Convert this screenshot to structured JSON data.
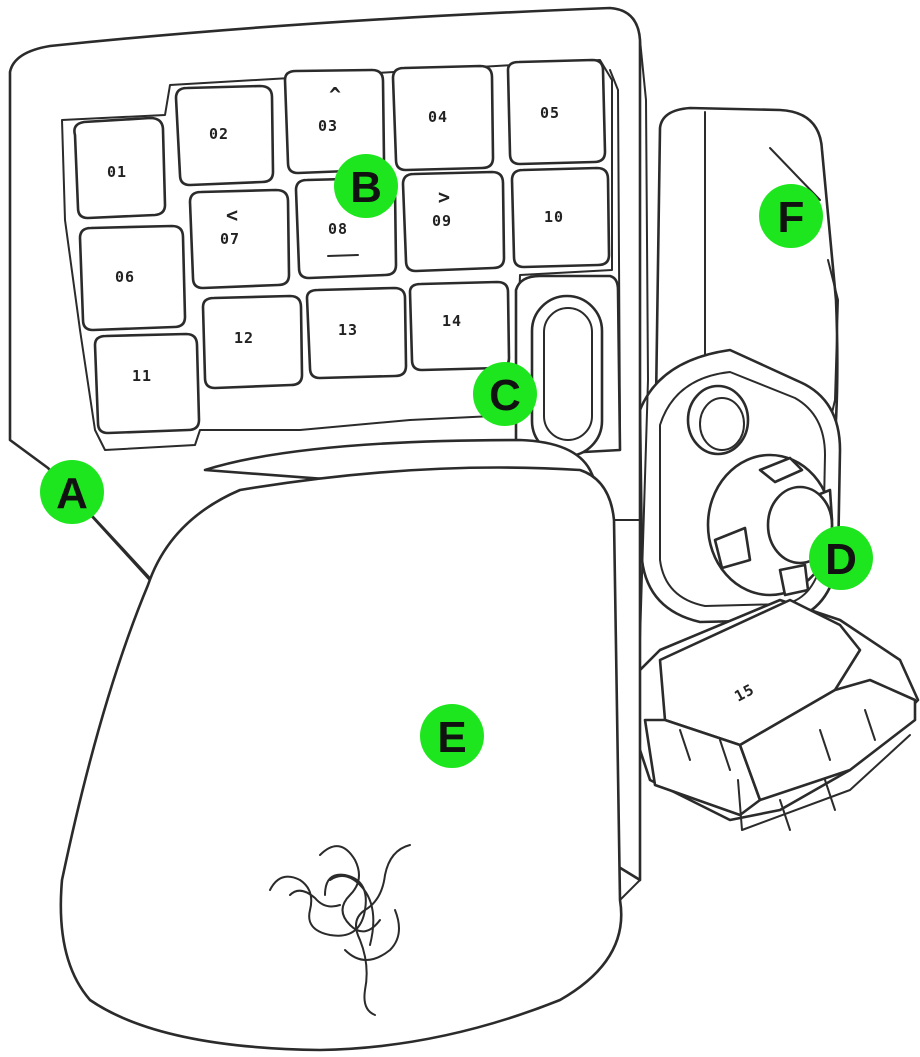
{
  "keys": [
    {
      "id": "01",
      "label": "01"
    },
    {
      "id": "02",
      "label": "02"
    },
    {
      "id": "03",
      "label": "03",
      "arrow": "^"
    },
    {
      "id": "04",
      "label": "04"
    },
    {
      "id": "05",
      "label": "05"
    },
    {
      "id": "06",
      "label": "06"
    },
    {
      "id": "07",
      "label": "07",
      "arrow": "<"
    },
    {
      "id": "08",
      "label": "08"
    },
    {
      "id": "09",
      "label": "09",
      "arrow": ">"
    },
    {
      "id": "10",
      "label": "10"
    },
    {
      "id": "11",
      "label": "11"
    },
    {
      "id": "12",
      "label": "12"
    },
    {
      "id": "13",
      "label": "13"
    },
    {
      "id": "14",
      "label": "14"
    },
    {
      "id": "15",
      "label": "15"
    }
  ],
  "callouts": [
    {
      "id": "A",
      "label": "A"
    },
    {
      "id": "B",
      "label": "B"
    },
    {
      "id": "C",
      "label": "C"
    },
    {
      "id": "D",
      "label": "D"
    },
    {
      "id": "E",
      "label": "E"
    },
    {
      "id": "F",
      "label": "F"
    }
  ],
  "colors": {
    "callout": "#1ee61e",
    "outline": "#2b2b2b"
  },
  "icons": {
    "logo": "razer-triple-snake-logo"
  }
}
